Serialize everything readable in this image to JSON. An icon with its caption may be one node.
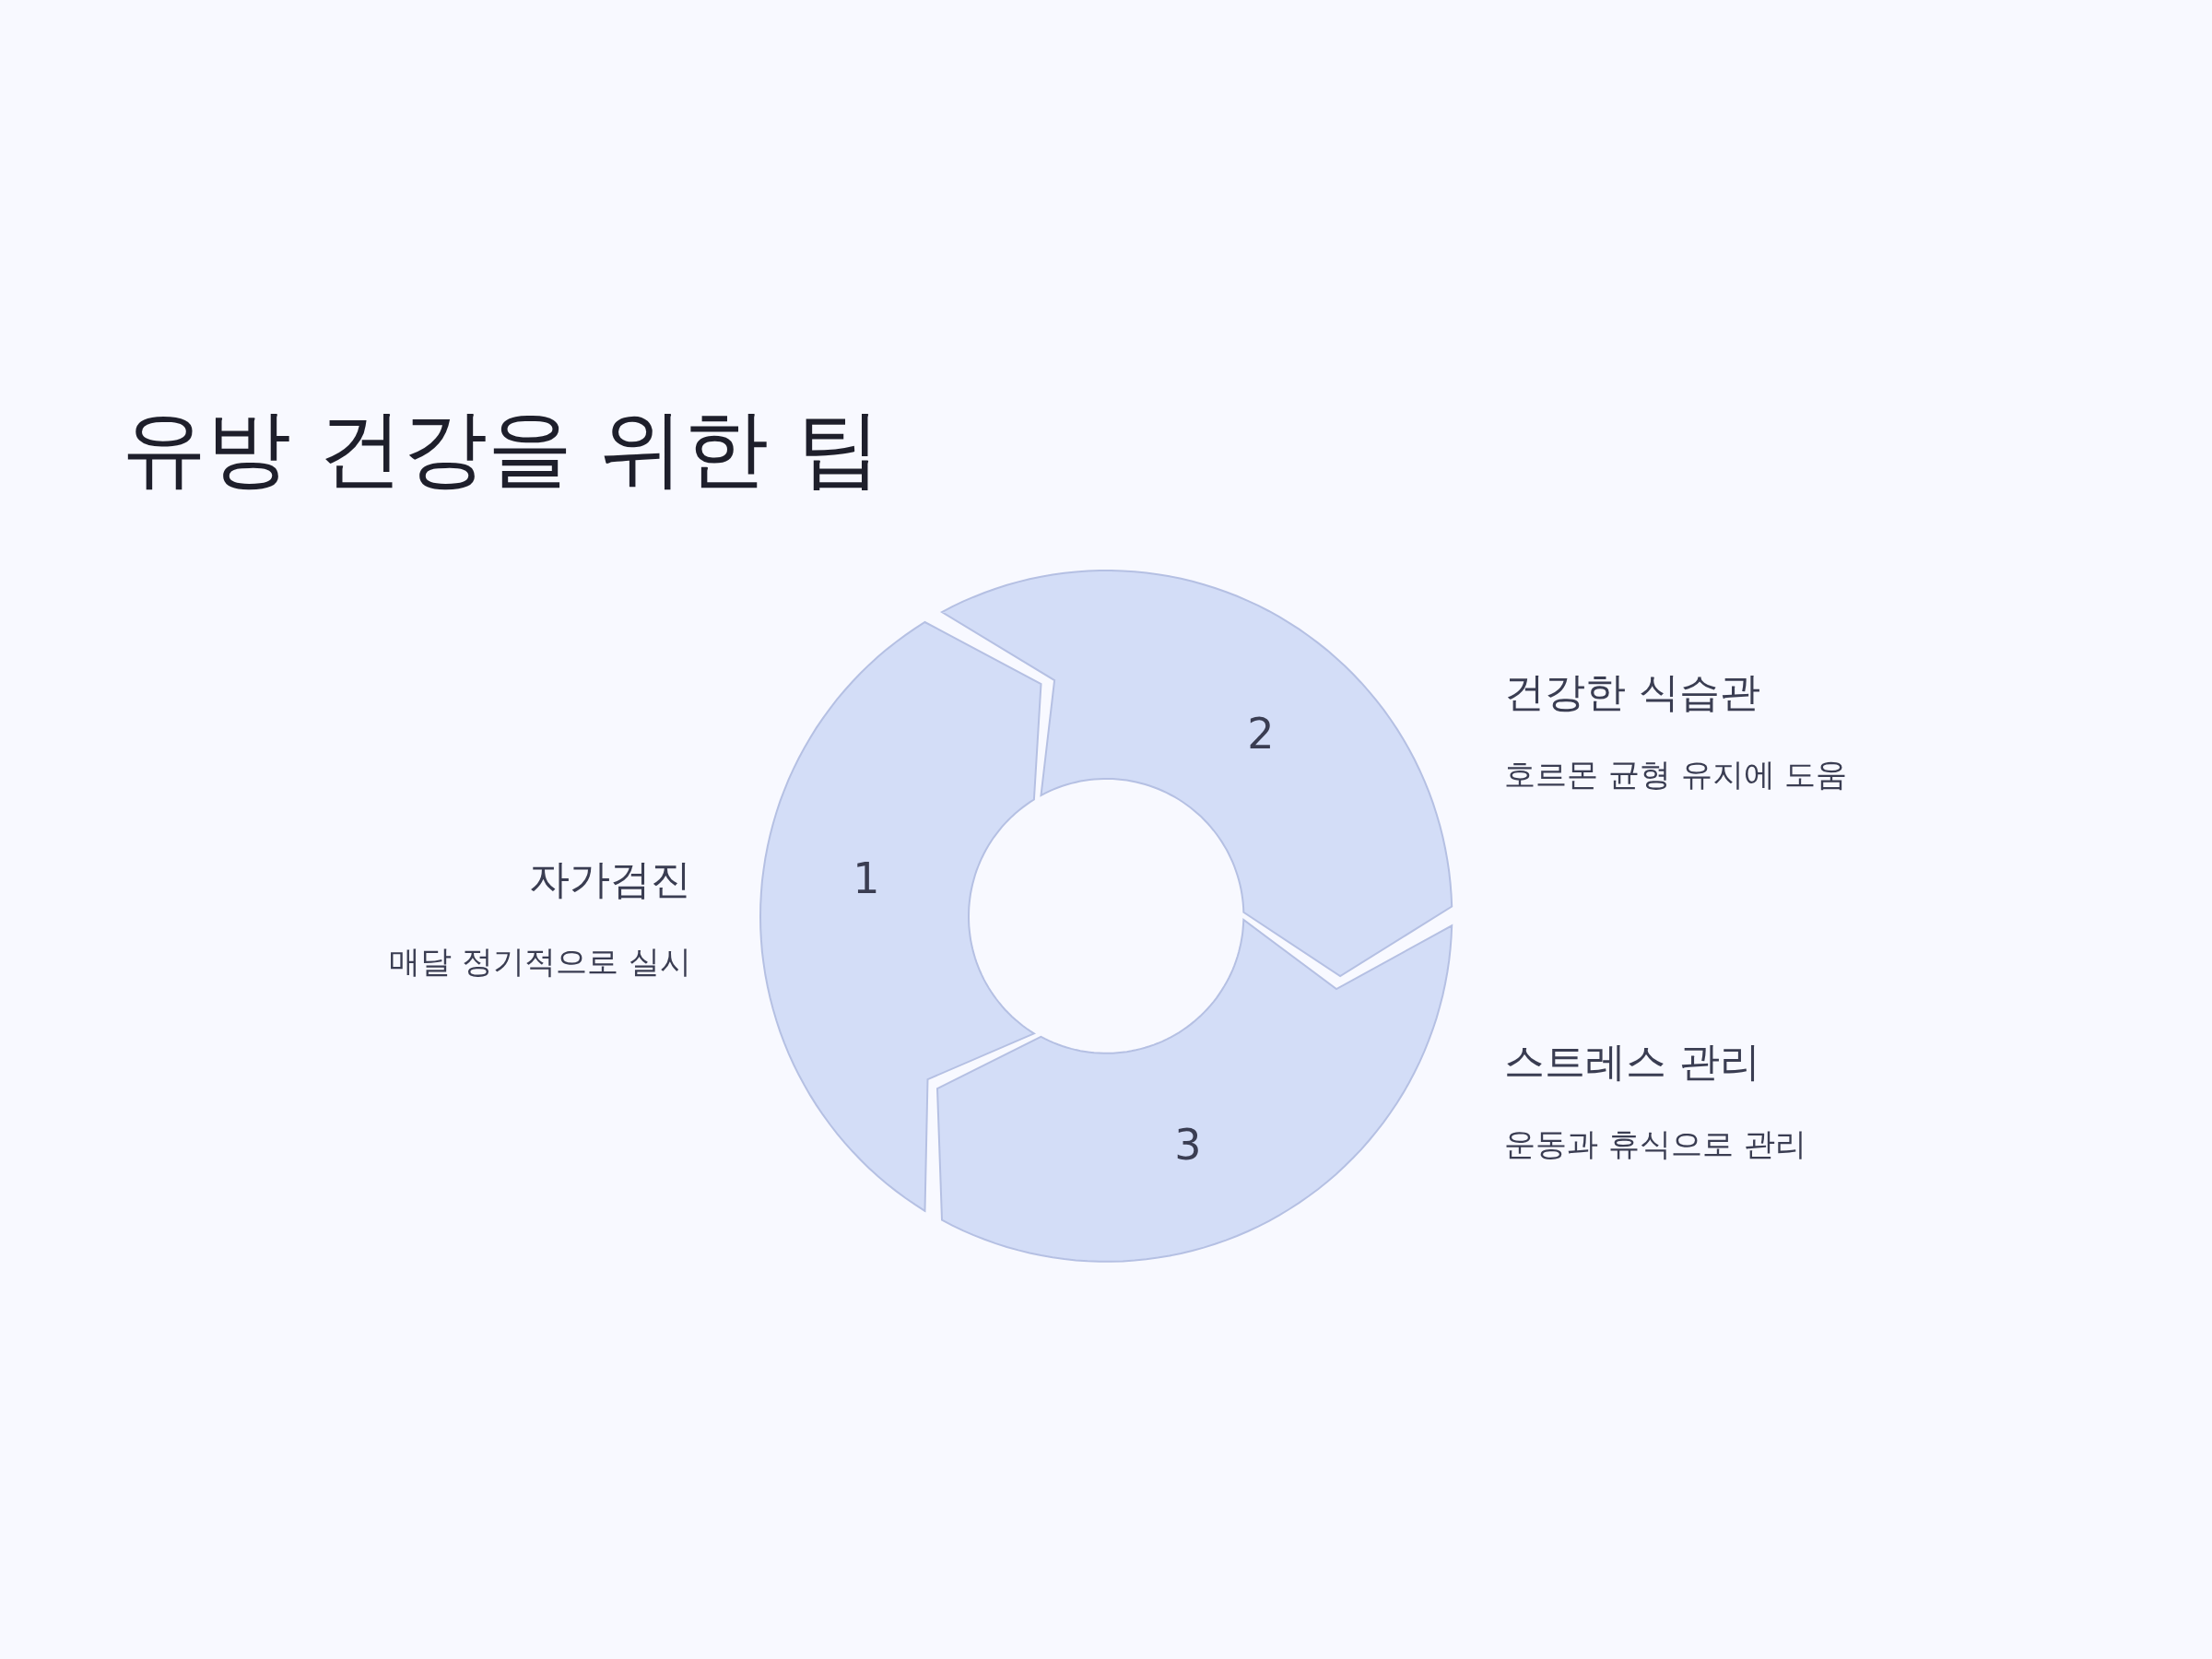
{
  "diagram": {
    "title": "유방 건강을 위한 팁",
    "nodes": [
      {
        "text": [
          "1"
        ],
        "beside": [
          "자가검진",
          "매달 정기적으로 실시"
        ]
      },
      {
        "text": [
          "2"
        ],
        "beside": [
          "건강한 식습관",
          "호르몬 균형 유지에 도움"
        ]
      },
      {
        "text": [
          "3"
        ],
        "beside": [
          "스트레스 관리",
          "운동과 휴식으로 관리"
        ]
      }
    ]
  }
}
